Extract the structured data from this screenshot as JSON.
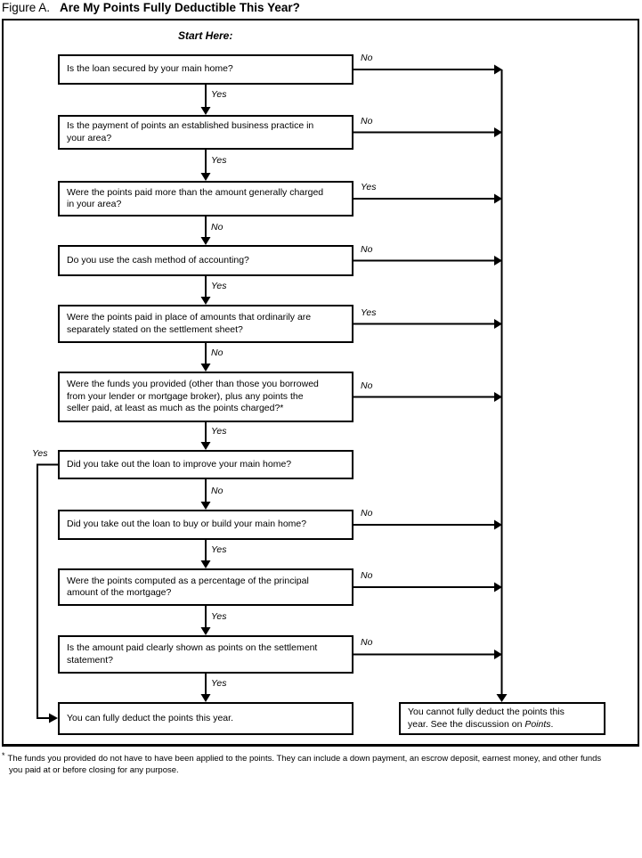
{
  "colors": {
    "ink": "#000000",
    "paper": "#ffffff"
  },
  "figure": {
    "label": "Figure A.",
    "title": "Are My Points Fully Deductible This Year?"
  },
  "start_label": "Start Here:",
  "questions": [
    {
      "text": "Is the loan secured by your main home?",
      "branch_right": "No",
      "branch_down": "Yes"
    },
    {
      "text": "Is the payment of points an established business practice in\nyour area?",
      "branch_right": "No",
      "branch_down": "Yes"
    },
    {
      "text": "Were the points paid more than the amount generally charged\nin your area?",
      "branch_right": "Yes",
      "branch_down": "No"
    },
    {
      "text": "Do you use the cash method of accounting?",
      "branch_right": "No",
      "branch_down": "Yes"
    },
    {
      "text": "Were the points paid in place of amounts that ordinarily are\nseparately stated on the settlement sheet?",
      "branch_right": "Yes",
      "branch_down": "No"
    },
    {
      "text": "Were the funds you provided (other than those you borrowed\nfrom your lender or mortgage broker), plus any points the\nseller paid, at least as much as the points charged?*",
      "branch_right": "No",
      "branch_down": "Yes"
    },
    {
      "text": "Did you take out the loan to improve your main home?",
      "branch_left": "Yes",
      "branch_down": "No"
    },
    {
      "text": "Did you take out the loan to buy or build your main home?",
      "branch_right": "No",
      "branch_down": "Yes"
    },
    {
      "text": "Were the points computed as a percentage of the principal\namount of the mortgage?",
      "branch_right": "No",
      "branch_down": "Yes"
    },
    {
      "text": "Is the amount paid clearly shown as points on the settlement\nstatement?",
      "branch_right": "No",
      "branch_down": "Yes"
    }
  ],
  "results": {
    "deduct": "You can fully deduct the points this year.",
    "no_deduct": {
      "before": "You cannot fully deduct the points this\nyear. See the discussion on ",
      "italic": "Points",
      "after": "."
    }
  },
  "footnote": {
    "marker": "*",
    "line1": "The funds you provided do not have to have been applied to the points. They can include a down payment, an escrow deposit, earnest money, and other funds",
    "line2": "you paid at or before closing for any purpose."
  }
}
